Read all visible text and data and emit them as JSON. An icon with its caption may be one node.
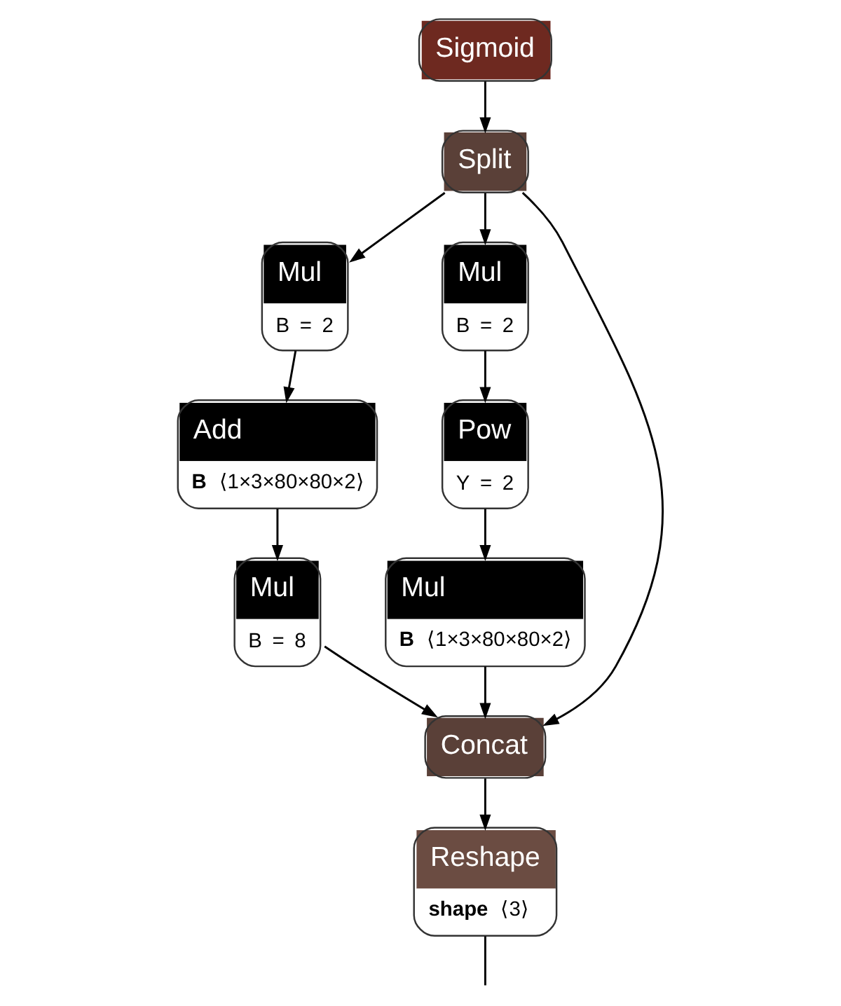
{
  "diagram": {
    "nodes": [
      {
        "text": [
          "Sigmoid"
        ]
      },
      {
        "text": [
          "Split"
        ]
      },
      {
        "text": [
          "Mul",
          "B = 2"
        ]
      },
      {
        "text": [
          "Mul",
          "B = 2"
        ]
      },
      {
        "text": [
          "Add",
          "**B** ⟨1×3×80×80×2⟩"
        ]
      },
      {
        "text": [
          "Pow",
          "Y = 2"
        ]
      },
      {
        "text": [
          "Mul",
          "B = 8"
        ]
      },
      {
        "text": [
          "Mul",
          "**B** ⟨1×3×80×80×2⟩"
        ]
      },
      {
        "text": [
          "Concat"
        ]
      },
      {
        "text": [
          "Reshape",
          "**shape** ⟨3⟩"
        ]
      }
    ],
    "edges": [
      {
        "from": 0,
        "to": 1,
        "arrow": "to"
      },
      {
        "from": 1,
        "to": 2,
        "arrow": "to"
      },
      {
        "from": 1,
        "to": 3,
        "arrow": "to"
      },
      {
        "from": 1,
        "to": 8,
        "arrow": "to"
      },
      {
        "from": 2,
        "to": 4,
        "arrow": "to"
      },
      {
        "from": 3,
        "to": 5,
        "arrow": "to"
      },
      {
        "from": 4,
        "to": 6,
        "arrow": "to"
      },
      {
        "from": 5,
        "to": 7,
        "arrow": "to"
      },
      {
        "from": 6,
        "to": 8,
        "arrow": "to"
      },
      {
        "from": 7,
        "to": 8,
        "arrow": "to"
      },
      {
        "from": 8,
        "to": 9,
        "arrow": "to"
      },
      {
        "from": 9,
        "to": null,
        "arrow": "none"
      }
    ]
  }
}
